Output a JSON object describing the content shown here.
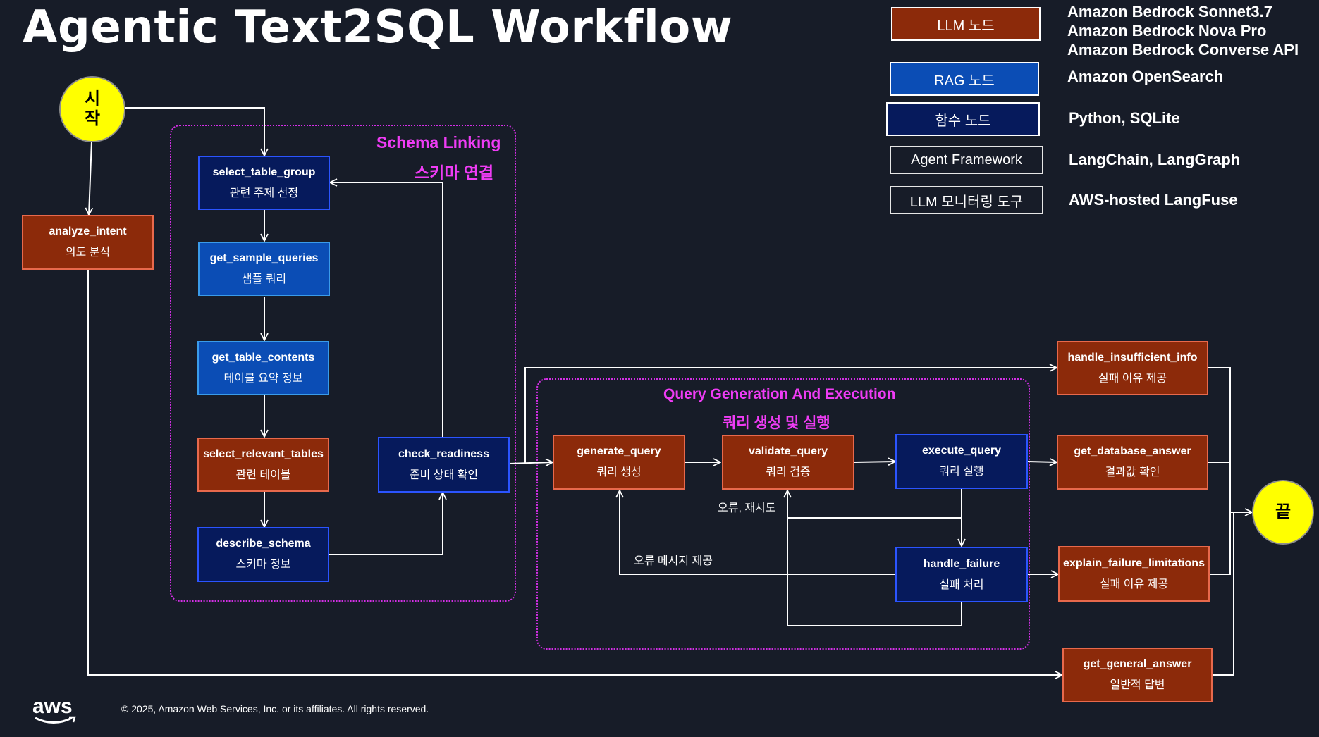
{
  "title": "Agentic Text2SQL Workflow",
  "legend": [
    {
      "label": "LLM 노드",
      "desc": [
        "Amazon Bedrock Sonnet3.7",
        "Amazon Bedrock Nova Pro",
        "Amazon Bedrock Converse API"
      ]
    },
    {
      "label": "RAG 노드",
      "desc": [
        "Amazon OpenSearch"
      ]
    },
    {
      "label": "함수 노드",
      "desc": [
        "Python, SQLite"
      ]
    },
    {
      "label": "Agent  Framework",
      "desc": [
        "LangChain, LangGraph"
      ]
    },
    {
      "label": "LLM 모니터링 도구",
      "desc": [
        "AWS-hosted LangFuse"
      ]
    }
  ],
  "start_label": "시\n작",
  "end_label": "끝",
  "groups": {
    "schema_linking": {
      "title_en": "Schema Linking",
      "title_ko": "스키마 연결"
    },
    "query_gen": {
      "title_en": "Query Generation And Execution",
      "title_ko": "쿼리 생성 및 실행"
    }
  },
  "nodes": {
    "analyze_intent": {
      "name": "analyze_intent",
      "desc": "의도 분석",
      "kind": "llm"
    },
    "select_table_group": {
      "name": "select_table_group",
      "desc": "관련 주제 선정",
      "kind": "fn"
    },
    "get_sample_queries": {
      "name": "get_sample_queries",
      "desc": "샘플 쿼리",
      "kind": "rag"
    },
    "get_table_contents": {
      "name": "get_table_contents",
      "desc": "테이블 요약 정보",
      "kind": "rag"
    },
    "select_relevant_tables": {
      "name": "select_relevant_tables",
      "desc": "관련 테이블",
      "kind": "llm"
    },
    "describe_schema": {
      "name": "describe_schema",
      "desc": "스키마 정보",
      "kind": "fn"
    },
    "check_readiness": {
      "name": "check_readiness",
      "desc": "준비 상태 확인",
      "kind": "fn"
    },
    "generate_query": {
      "name": "generate_query",
      "desc": "쿼리 생성",
      "kind": "llm"
    },
    "validate_query": {
      "name": "validate_query",
      "desc": "쿼리 검증",
      "kind": "llm"
    },
    "execute_query": {
      "name": "execute_query",
      "desc": "쿼리 실행",
      "kind": "fn"
    },
    "handle_failure": {
      "name": "handle_failure",
      "desc": "실패 처리",
      "kind": "fn"
    },
    "handle_insufficient_info": {
      "name": "handle_insufficient_info",
      "desc": "실패 이유 제공",
      "kind": "llm"
    },
    "get_database_answer": {
      "name": "get_database_answer",
      "desc": "결과값 확인",
      "kind": "llm"
    },
    "explain_failure_limitations": {
      "name": "explain_failure_limitations",
      "desc": "실패 이유 제공",
      "kind": "llm"
    },
    "get_general_answer": {
      "name": "get_general_answer",
      "desc": "일반적 답변",
      "kind": "llm"
    }
  },
  "edge_labels": {
    "retry": "오류, 재시도",
    "error_msg": "오류 메시지 제공"
  },
  "footer": "© 2025, Amazon Web Services, Inc. or its affiliates. All rights reserved.",
  "logo_text": "aws",
  "colors": {
    "background": "#171c28",
    "llm_fill": "#8c2a0a",
    "rag_fill": "#0b4db5",
    "fn_fill": "#061a5c",
    "group_border": "#d42fe6",
    "group_title": "#ef3cf5",
    "terminal": "#ffff00"
  }
}
